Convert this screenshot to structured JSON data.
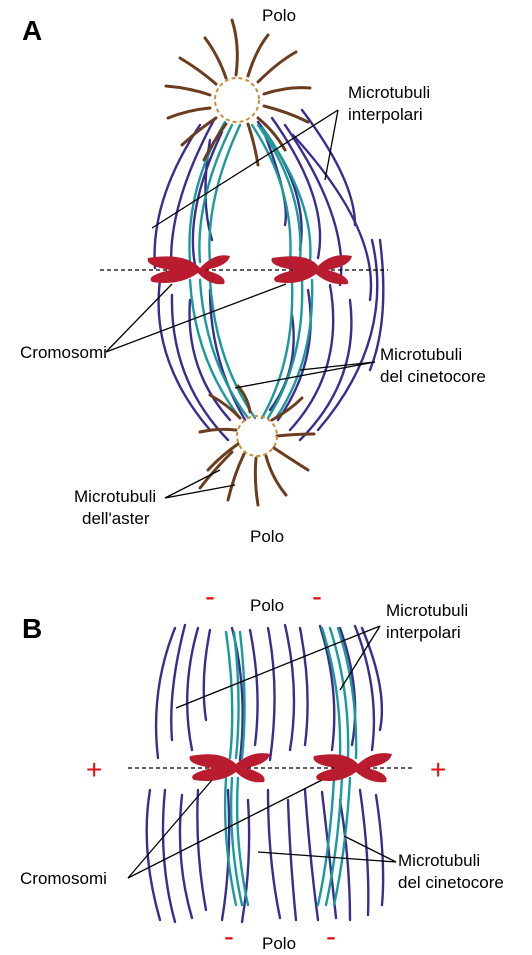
{
  "panel_a": {
    "letter": "A",
    "pole_top": "Polo",
    "pole_bottom": "Polo",
    "interpolar": [
      "Microtubuli",
      "interpolari"
    ],
    "chromosomes": "Cromosomi",
    "kinetochore": [
      "Microtubuli",
      "del cinetocore"
    ],
    "aster": [
      "Microtubuli",
      "dell'aster"
    ]
  },
  "panel_b": {
    "letter": "B",
    "pole_top": "Polo",
    "pole_bottom": "Polo",
    "interpolar": [
      "Microtubuli",
      "interpolari"
    ],
    "chromosomes": "Cromosomi",
    "kinetochore": [
      "Microtubuli",
      "del cinetocore"
    ],
    "minus": "-",
    "plus": "+"
  },
  "colors": {
    "interpolar": "#3a2d8f",
    "kinetochore": "#1a9a9a",
    "aster": "#6b3d1e",
    "chromosome": "#b81c2e",
    "centrosome": "#d08a3a",
    "sign": "#e01010"
  }
}
